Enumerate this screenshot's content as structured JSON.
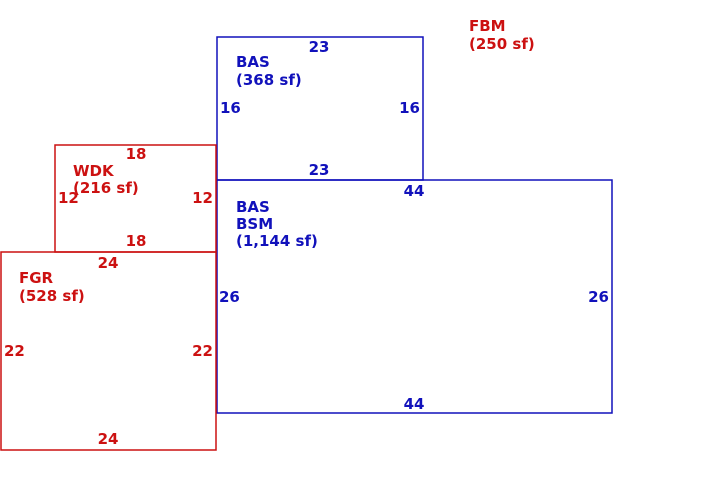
{
  "colors": {
    "red": "#cc1111",
    "blue": "#1111bb"
  },
  "areas": {
    "bas_upper": {
      "code": "BAS",
      "area": "(368 sf)",
      "top": "23",
      "bottom": "23",
      "left": "16",
      "right": "16"
    },
    "bas_main": {
      "code": "BAS",
      "code2": "BSM",
      "area": "(1,144 sf)",
      "top": "44",
      "bottom": "44",
      "left": "26",
      "right": "26"
    },
    "wdk": {
      "code": "WDK",
      "area": "(216 sf)",
      "top": "18",
      "bottom": "18",
      "left": "12",
      "right": "12"
    },
    "fgr": {
      "code": "FGR",
      "area": "(528 sf)",
      "top": "24",
      "bottom": "24",
      "left": "22",
      "right": "22"
    },
    "fbm": {
      "code": "FBM",
      "area": "(250 sf)"
    }
  }
}
